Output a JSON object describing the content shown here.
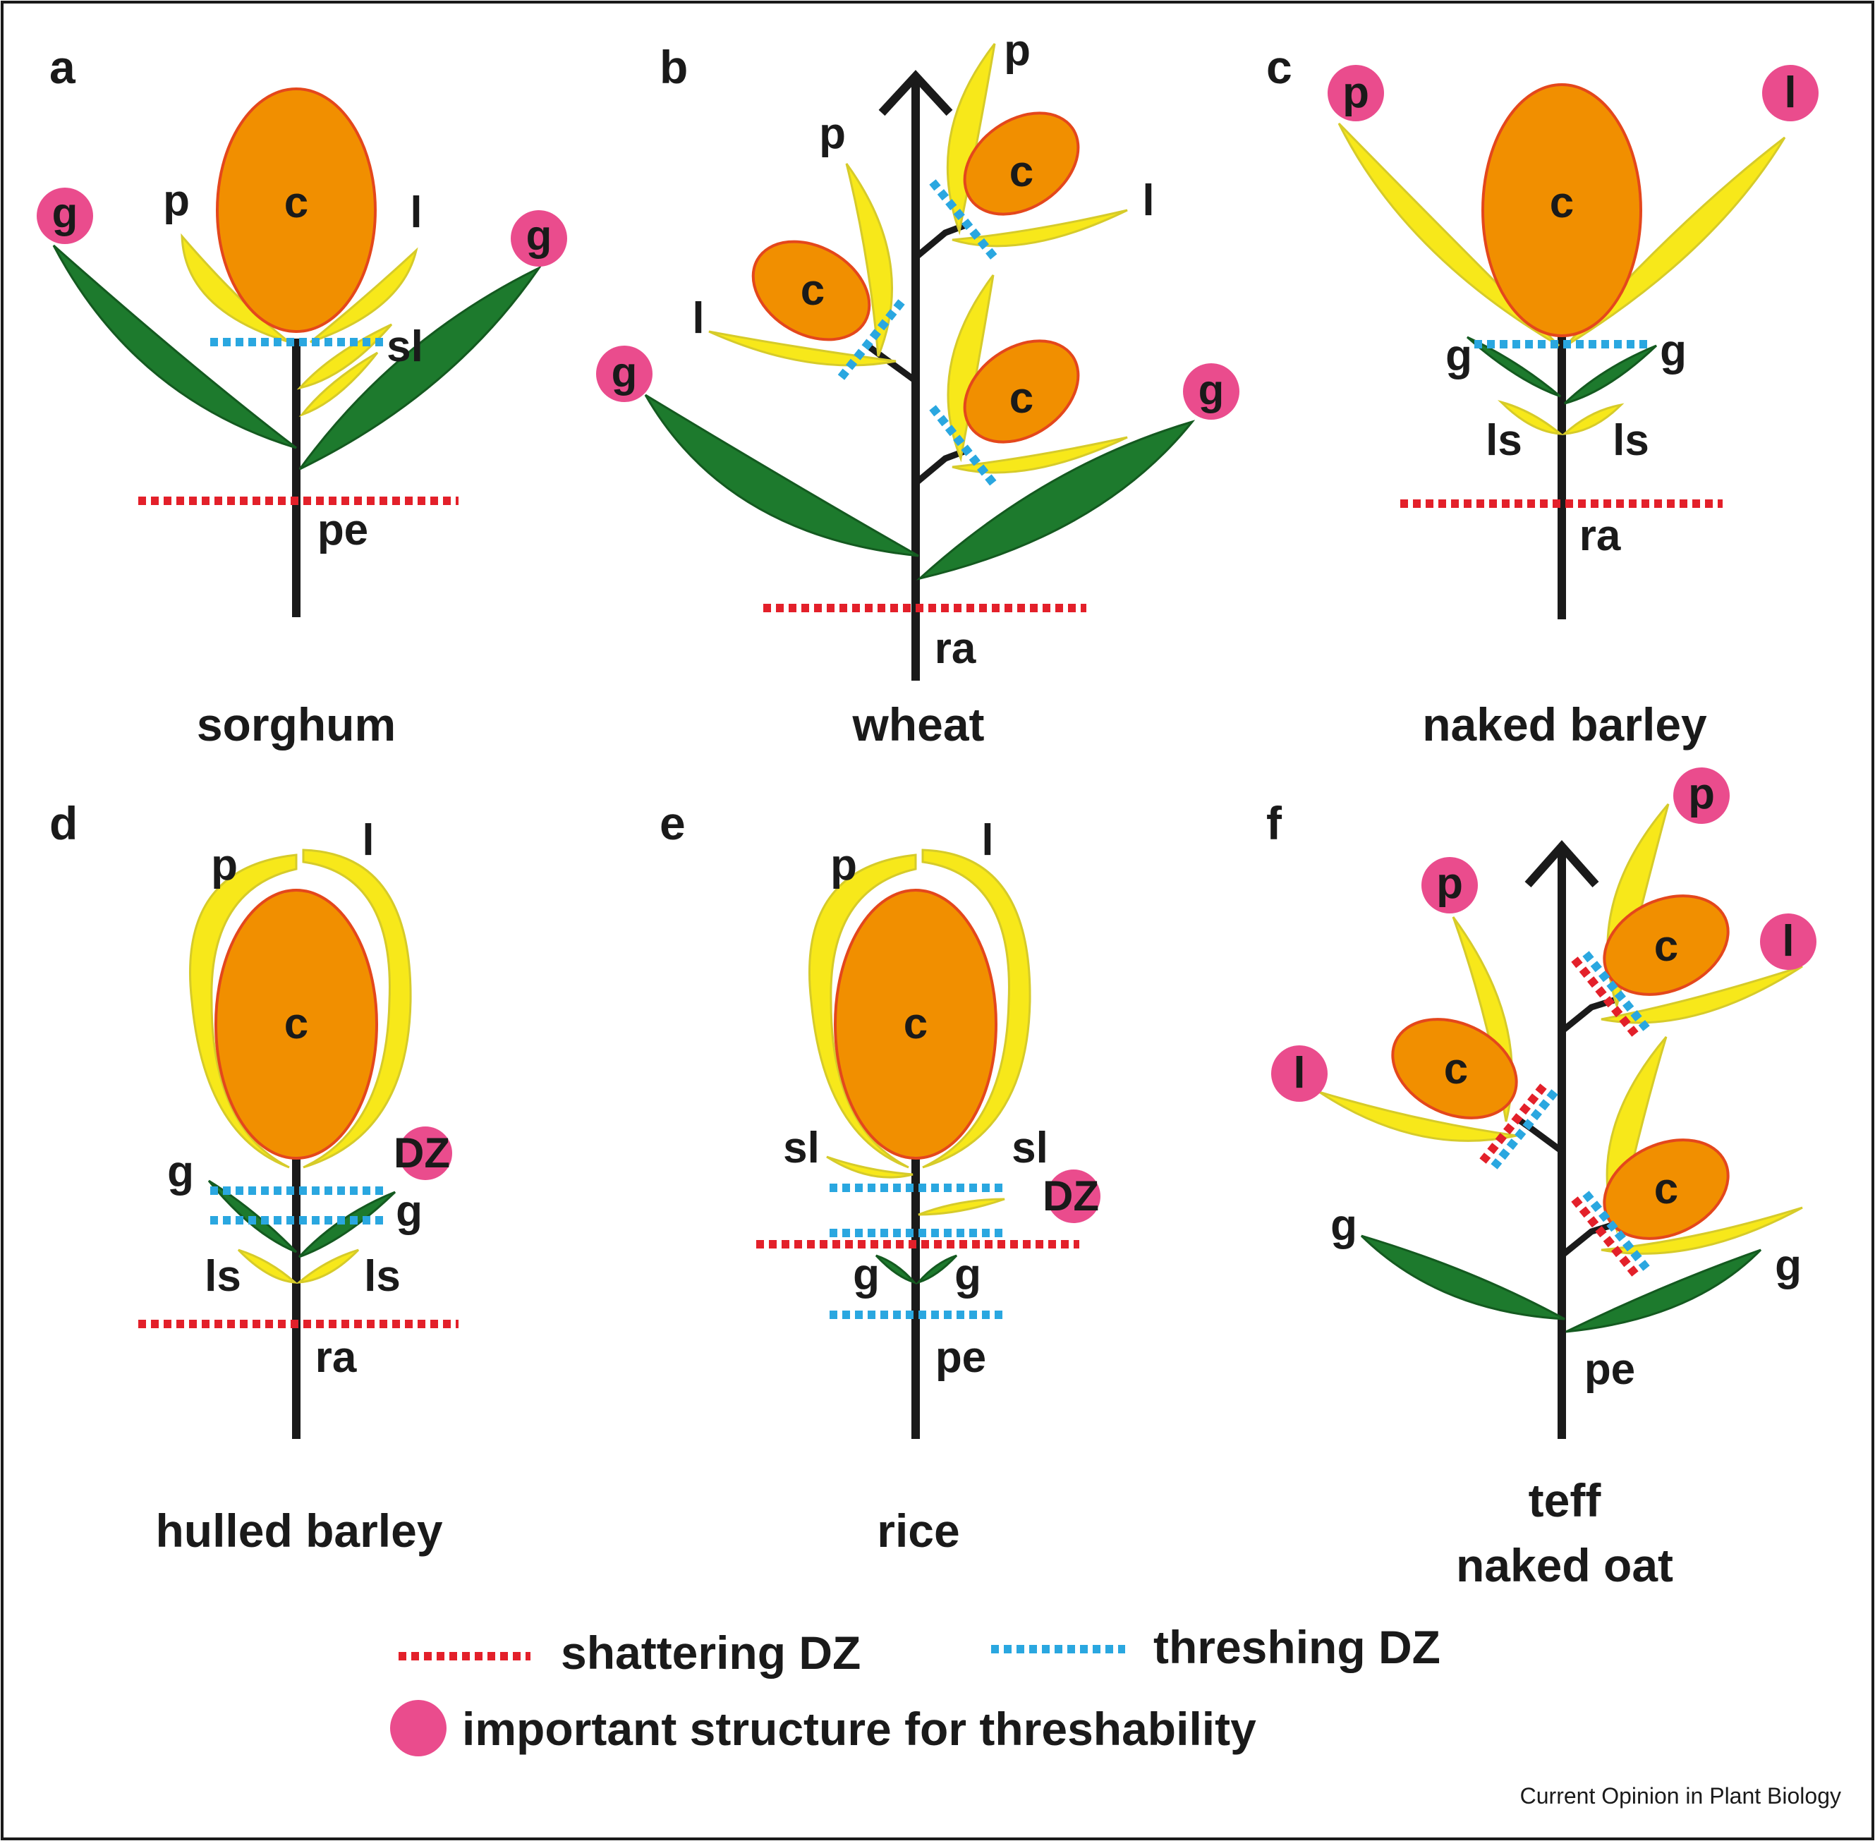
{
  "colors": {
    "caryopsis": "#f18f00",
    "caryopsis_edge": "#e4471c",
    "lemma_palea": "#f7e81a",
    "lemma_palea_edge": "#d6cb2a",
    "glume": "#1d7a2d",
    "glume_edge": "#145a20",
    "shattering_dz": "#e3202a",
    "threshing_dz": "#2aa7e0",
    "important_marker": "#ea4c8d",
    "axis": "#1a1a1a",
    "frame": "#1a1a1a"
  },
  "panels": {
    "a": {
      "letter": "a",
      "name": "sorghum",
      "labels": {
        "c": "c",
        "p": "p",
        "l": "l",
        "sl": "sl",
        "g1": "g",
        "g2": "g",
        "pe": "pe"
      }
    },
    "b": {
      "letter": "b",
      "name": "wheat",
      "labels": {
        "p_top": "p",
        "p_left": "p",
        "l_right": "l",
        "l_left": "l",
        "c1": "c",
        "c2": "c",
        "c3": "c",
        "g1": "g",
        "g2": "g",
        "ra": "ra"
      }
    },
    "c": {
      "letter": "c",
      "name": "naked barley",
      "labels": {
        "p": "p",
        "l": "l",
        "c": "c",
        "g1": "g",
        "g2": "g",
        "ls1": "ls",
        "ls2": "ls",
        "ra": "ra"
      }
    },
    "d": {
      "letter": "d",
      "name": "hulled barley",
      "labels": {
        "p": "p",
        "l": "l",
        "c": "c",
        "dz": "DZ",
        "g1": "g",
        "g2": "g",
        "ls1": "ls",
        "ls2": "ls",
        "ra": "ra"
      }
    },
    "e": {
      "letter": "e",
      "name": "rice",
      "labels": {
        "p": "p",
        "l": "l",
        "c": "c",
        "sl1": "sl",
        "sl2": "sl",
        "dz": "DZ",
        "g1": "g",
        "g2": "g",
        "pe": "pe"
      }
    },
    "f": {
      "letter": "f",
      "name_line1": "teff",
      "name_line2": "naked oat",
      "labels": {
        "p_top": "p",
        "p_left": "p",
        "l_right": "l",
        "l_left": "l",
        "c1": "c",
        "c2": "c",
        "c3": "c",
        "g1": "g",
        "g2": "g",
        "pe": "pe"
      }
    }
  },
  "legend": {
    "shattering": "shattering DZ",
    "threshing": "threshing DZ",
    "important": "important structure for threshability"
  },
  "credit": "Current Opinion in Plant Biology"
}
